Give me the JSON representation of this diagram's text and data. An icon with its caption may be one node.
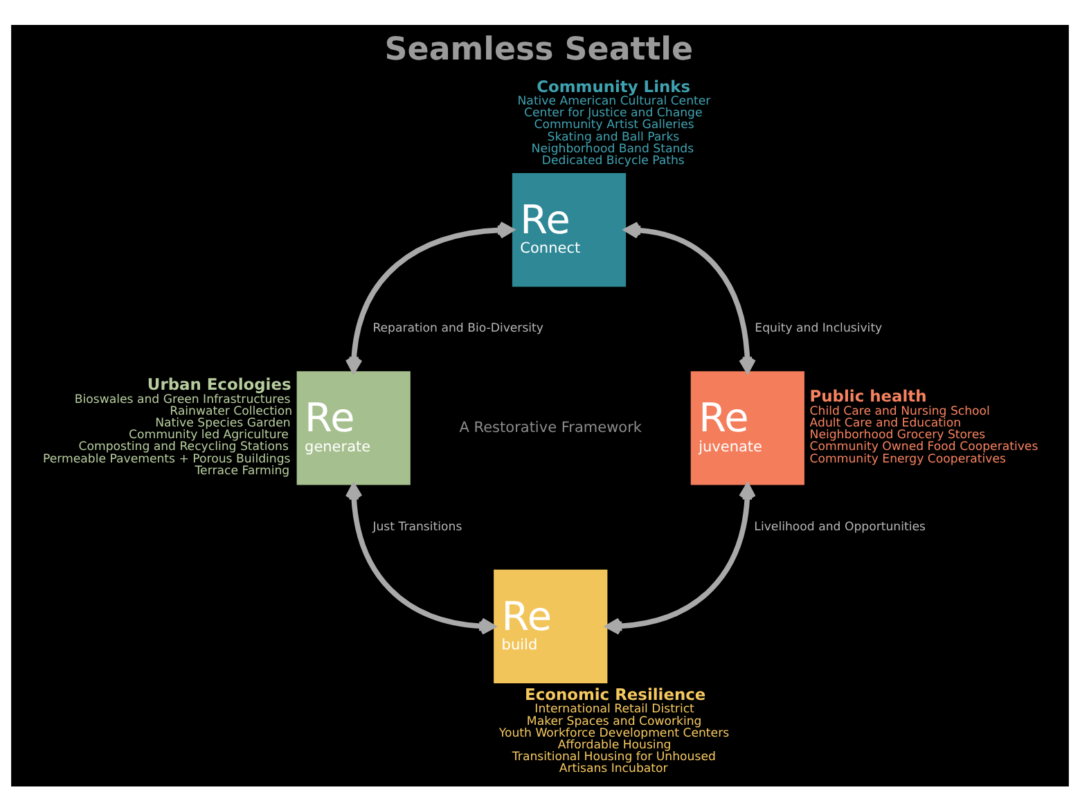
{
  "diagram": {
    "title": "Seamless Seattle",
    "nodes": [
      {
        "text": [
          "Re",
          "Connect"
        ],
        "beside": [
          "Community Links",
          "Native American Cultural Center",
          "Center for Justice and Change",
          "Community Artist Galleries",
          "Skating and Ball Parks",
          "Neighborhood Band Stands",
          "Dedicated Bicycle Paths"
        ]
      },
      {
        "text": [
          "Re",
          "generate"
        ],
        "beside": [
          "Urban Ecologies",
          "Bioswales and Green Infrastructures",
          "Rainwater Collection",
          "Native Species Garden",
          "Community led Agriculture",
          "Composting and Recycling Stations",
          "Permeable Pavements + Porous Buildings",
          "Terrace Farming"
        ]
      },
      {
        "text": [
          "Re",
          "juvenate"
        ],
        "beside": [
          "Public health",
          "Child Care and Nursing School",
          "Adult Care and Education",
          "Neighborhood Grocery Stores",
          "Community Owned Food Cooperatives",
          "Community Energy Cooperatives"
        ]
      },
      {
        "text": [
          "Re",
          "build"
        ],
        "beside": [
          "Economic Resilience",
          "International Retail District",
          "Maker Spaces and Coworking",
          "Youth Workforce Development Centers",
          "Affordable Housing",
          "Transitional Housing for Unhoused",
          "Artisans Incubator"
        ]
      }
    ],
    "edges": [
      {
        "from": 0,
        "to": 1,
        "arrow": "both",
        "label": "Reparation and Bio-Diversity"
      },
      {
        "from": 0,
        "to": 2,
        "arrow": "both",
        "label": "Equity and Inclusivity"
      },
      {
        "from": 1,
        "to": 3,
        "arrow": "both",
        "label": "Just Transitions"
      },
      {
        "from": 2,
        "to": 3,
        "arrow": "both",
        "label": "Livelihood and Opportunities"
      }
    ],
    "labels": [
      "A Restorative Framework"
    ]
  }
}
